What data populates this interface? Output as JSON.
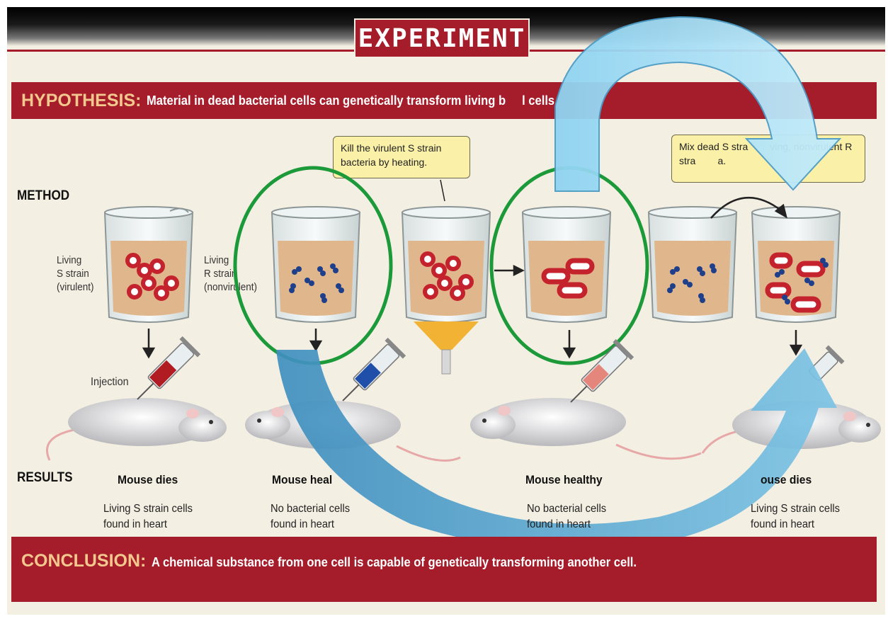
{
  "title": "EXPERIMENT",
  "hypothesis": {
    "label": "HYPOTHESIS:",
    "text": "Material in dead bacterial cells can genetically transform living b     l cells."
  },
  "sections": {
    "method": "METHOD",
    "results": "RESULTS"
  },
  "callouts": {
    "kill": "Kill the virulent S strain bacteria by heating.",
    "mix": "Mix dead S stra        ving, nonvirulent R stra        a."
  },
  "beaker_labels": {
    "s_strain": [
      "Living",
      "S strain",
      "(virulent)"
    ],
    "r_strain": [
      "Living",
      "R strain",
      "(nonvirulent)"
    ]
  },
  "injection_label": "Injection",
  "results": [
    {
      "outcome": "Mouse dies",
      "detail": [
        "Living S strain cells",
        "found in heart"
      ]
    },
    {
      "outcome": "Mouse heal",
      "detail": [
        "No bacterial cells",
        "found in heart"
      ]
    },
    {
      "outcome": "Mouse healthy",
      "detail": [
        "No bacterial cells",
        "found in heart"
      ]
    },
    {
      "outcome": "ouse dies",
      "detail": [
        "Living S strain cells",
        "found in heart"
      ]
    }
  ],
  "conclusion": {
    "label": "CONCLUSION:",
    "text": "A chemical substance from one cell is capable of genetically transforming another cell."
  },
  "colors": {
    "banner_red": "#a51c2a",
    "label_gold": "#f2c88e",
    "background": "#f4efe3",
    "callout_yellow": "#fbf0a8",
    "circle_green": "#1c9a3a",
    "arrow_blue_dark": "#5aa9cf",
    "arrow_blue_light": "#a9dcf2",
    "s_strain_red": "#c4222c",
    "r_strain_blue": "#1f3f8a",
    "broth_tan": "#e0b78c"
  }
}
